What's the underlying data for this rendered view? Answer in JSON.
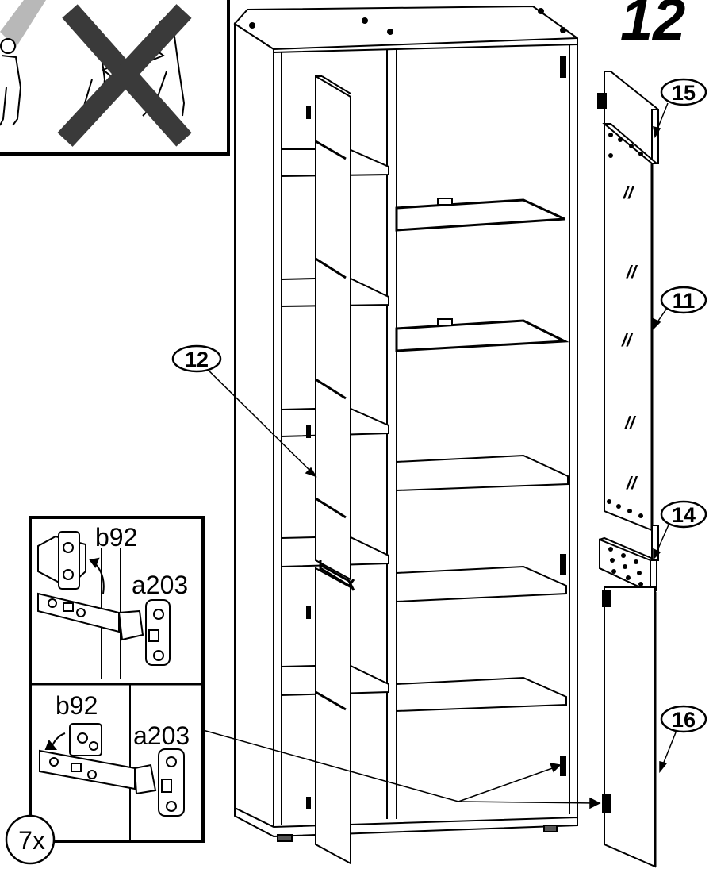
{
  "step": {
    "number": "12"
  },
  "callouts": {
    "p12": "12",
    "p11": "11",
    "p14": "14",
    "p15": "15",
    "p16": "16"
  },
  "hinge_detail": {
    "top_screw_label": "b92",
    "top_hinge_label": "a203",
    "bottom_screw_label": "b92",
    "bottom_hinge_label": "a203",
    "quantity": "7x"
  },
  "warning": {
    "meaning": "do-not-carry-flat"
  },
  "colors": {
    "ink": "#000000",
    "paper": "#ffffff",
    "forbid": "#3a3a3a",
    "ok": "#b8b8b8"
  }
}
